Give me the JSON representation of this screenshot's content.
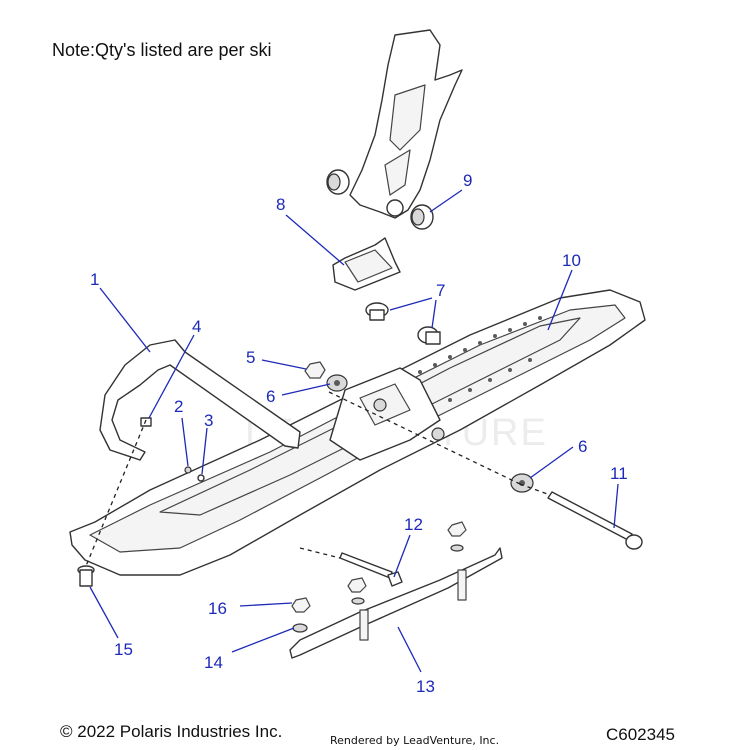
{
  "note": "Note:Qty's listed are per ski",
  "copyright": "© 2022 Polaris Industries Inc.",
  "rendered_by": "Rendered by LeadVenture, Inc.",
  "figure_code": "C602345",
  "callout_color": "#1d2ab8",
  "callouts": [
    "1",
    "2",
    "3",
    "4",
    "5",
    "6",
    "6",
    "7",
    "8",
    "9",
    "10",
    "11",
    "12",
    "13",
    "14",
    "15",
    "16"
  ]
}
